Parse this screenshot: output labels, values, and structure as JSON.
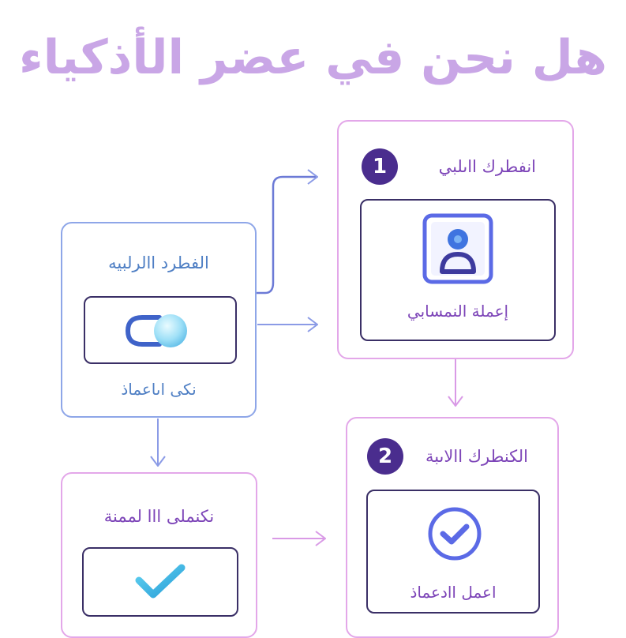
{
  "title": "هل نحن في عضر الأذكياء",
  "colors": {
    "title": "#c9a6e6",
    "blue_card_border": "#8ea6e8",
    "blue_text": "#4f7fc4",
    "purple_card_border": "#e3a7e9",
    "purple_text": "#7d45b8",
    "inner_border": "#3a2f66",
    "badge": "#4a2d8e",
    "connector_blue": "#7a8ce0",
    "connector_purple": "#d99ae6",
    "check_cyan": "#3cb7e6",
    "icon_blue": "#5b6ae6"
  },
  "boxes": {
    "main": {
      "title": "الفطرد االرلبيه",
      "caption": "نكى اىاعماذ",
      "icon": "toggle-icon"
    },
    "top_right": {
      "badge": "1",
      "title": "انفطرك ااىلبي",
      "caption": "إعملة النمسابي",
      "icon": "user-avatar-icon"
    },
    "bottom_left": {
      "title": "نكنملى ااا لممنة",
      "icon": "checkmark-icon"
    },
    "bottom_right": {
      "badge": "2",
      "title": "الكنطرك االاىبة",
      "caption": "اعمل اادعماذ",
      "icon": "circle-check-icon"
    }
  }
}
